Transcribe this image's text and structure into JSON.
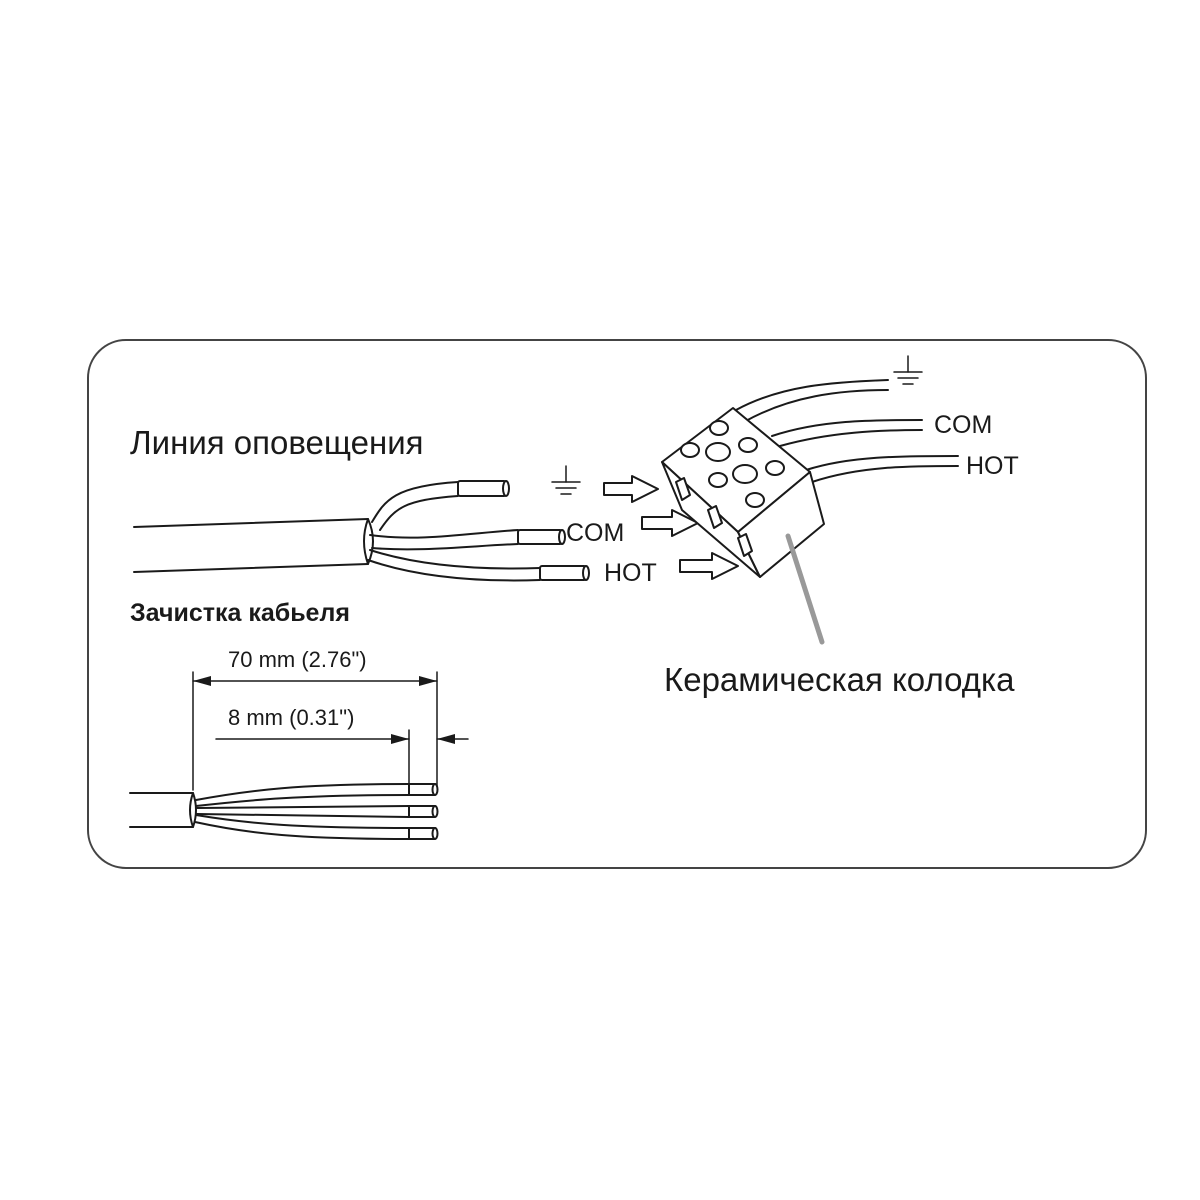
{
  "frame": {
    "border_color": "#444444",
    "background": "#ffffff"
  },
  "signal_line": {
    "title": "Линия оповещения"
  },
  "stripping": {
    "title": "Зачистка кабьеля",
    "overall_dimension": "70 mm (2.76\")",
    "strip_dimension": "8 mm (0.31\")"
  },
  "cable_wires": {
    "com_label": "COM",
    "hot_label": "HOT",
    "ground_symbol": "ground-icon"
  },
  "terminal": {
    "label": "Керамическая колодка",
    "com_label": "COM",
    "hot_label": "HOT",
    "ground_symbol": "ground-icon",
    "pointer_color": "#999999"
  }
}
